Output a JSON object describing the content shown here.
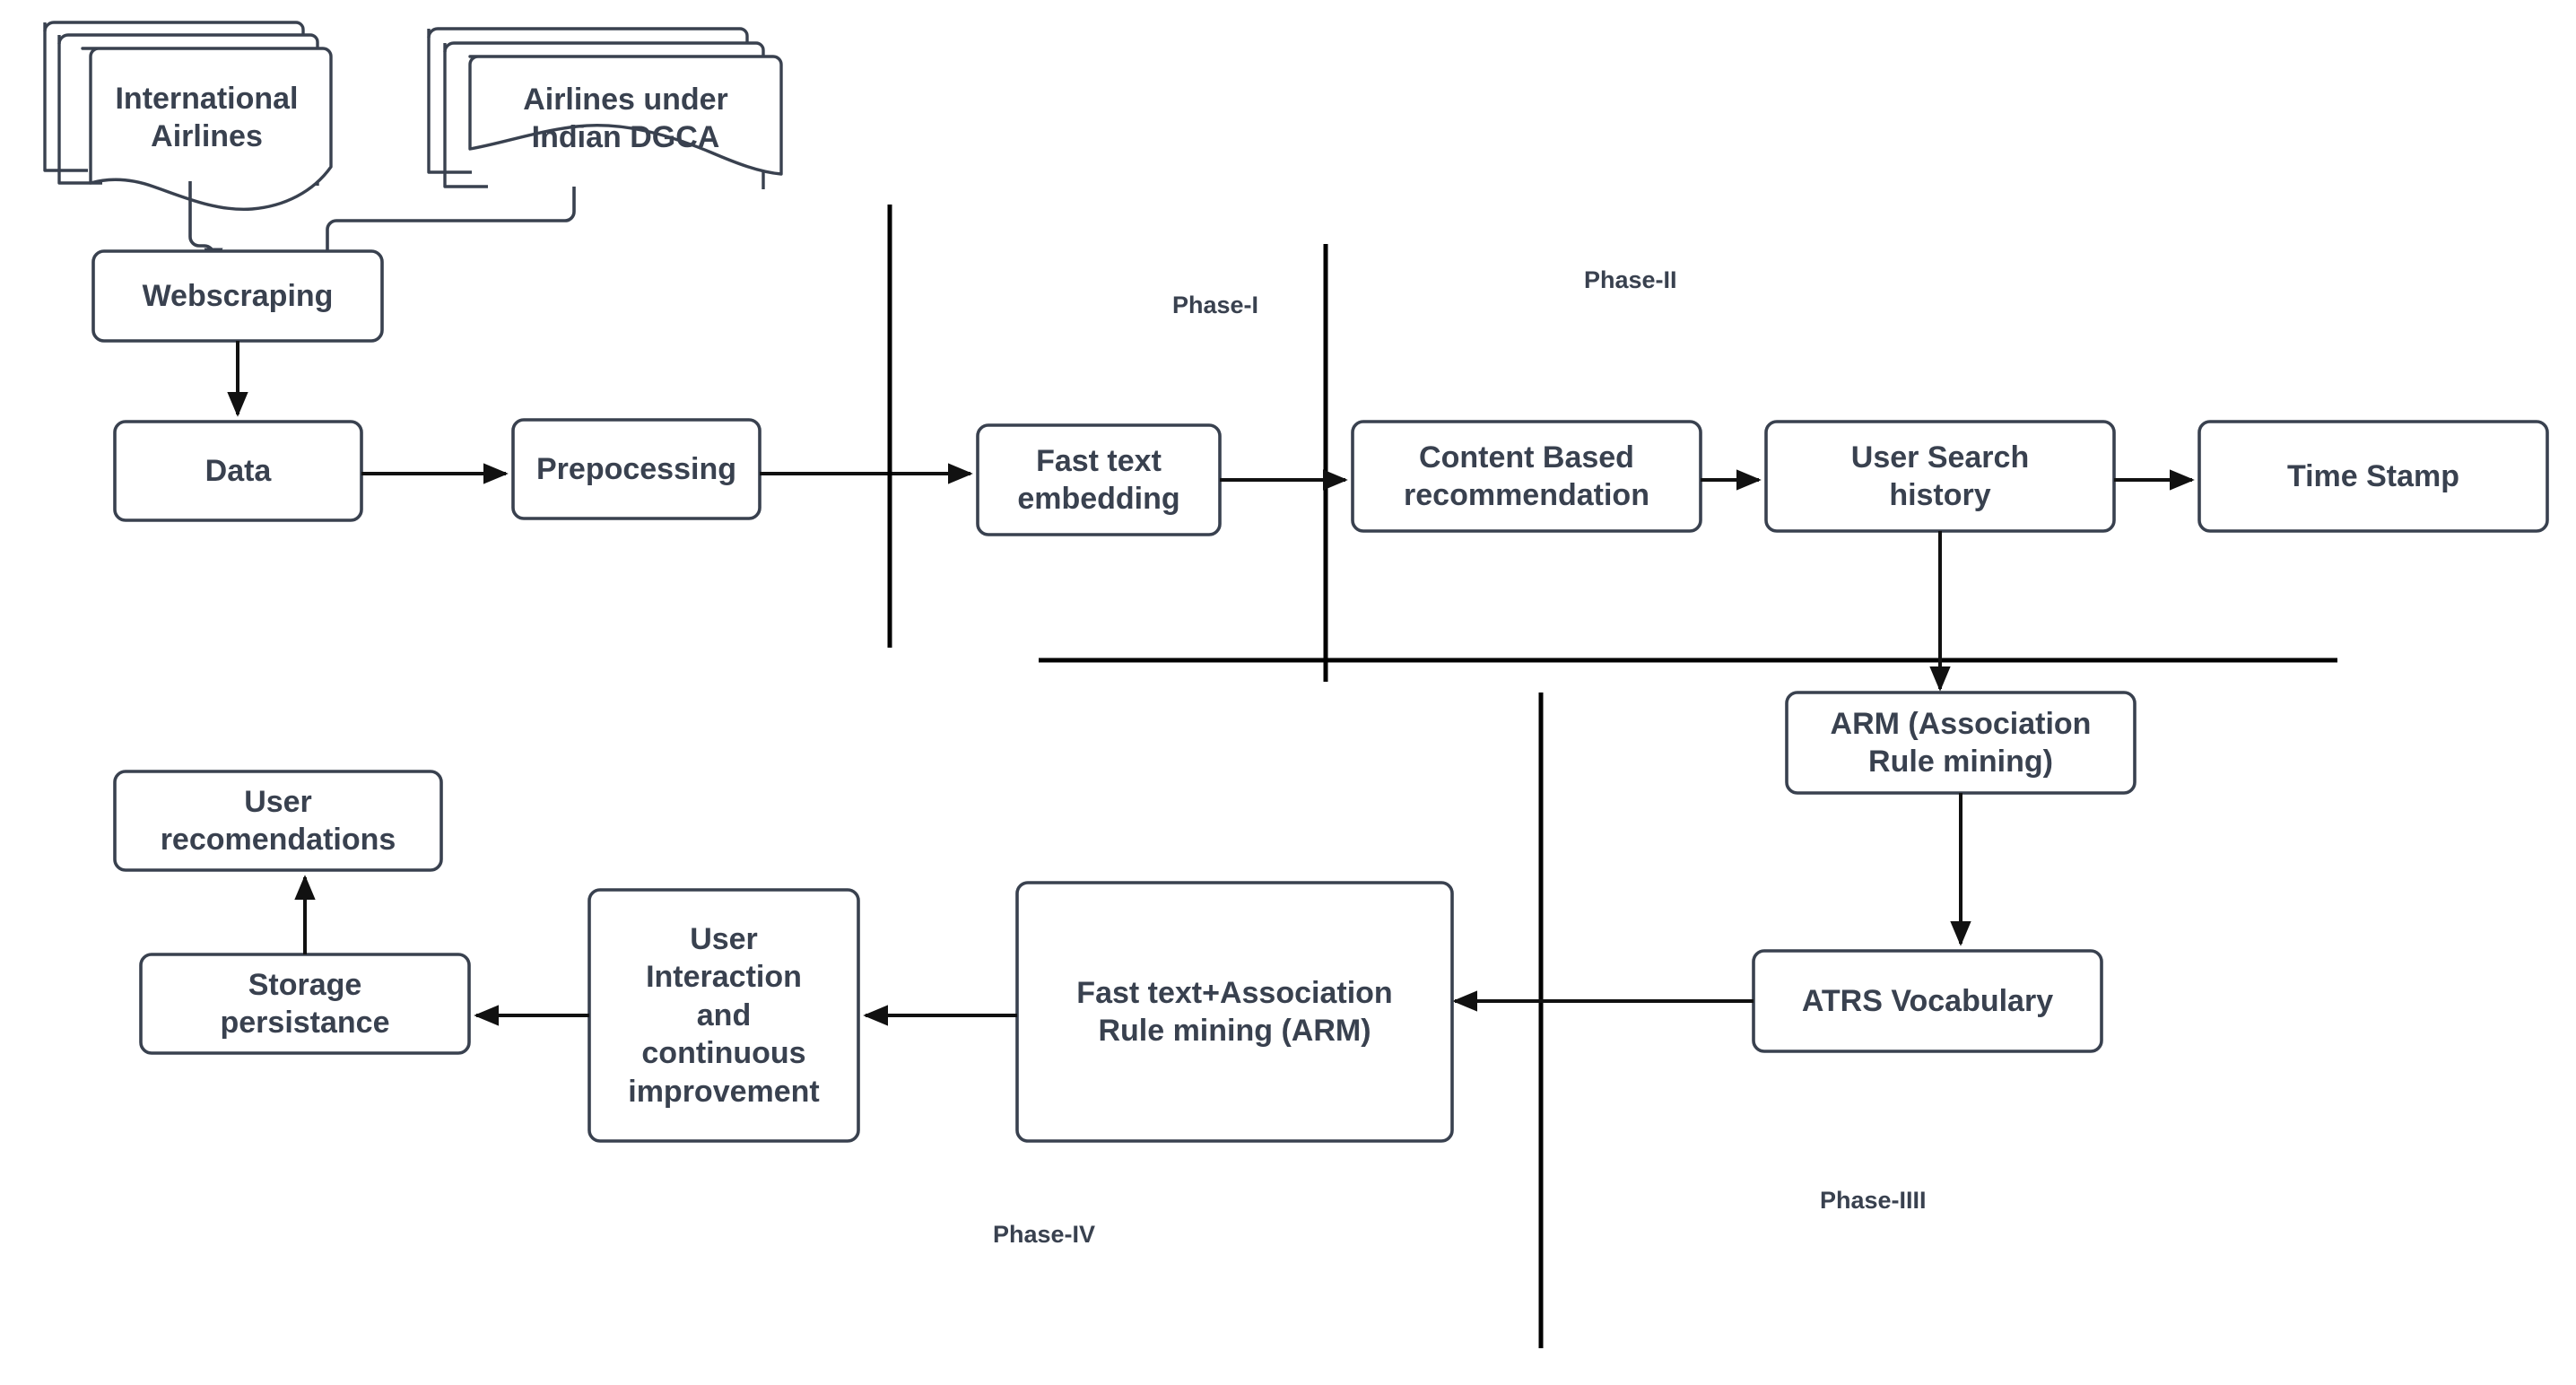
{
  "diagram": {
    "title": "Airline Travel Recommendation System Pipeline",
    "stroke_color": "#39414f",
    "divider_color": "#000000",
    "background": "#ffffff",
    "text_color": "#39414f"
  },
  "sources": [
    {
      "id": "international-airlines",
      "label": "International\nAirlines",
      "shape": "document-stack"
    },
    {
      "id": "airlines-under-indian-dgca",
      "label": "Airlines under\nIndian DGCA",
      "shape": "document-stack"
    }
  ],
  "nodes": [
    {
      "id": "webscraping",
      "label": "Webscraping",
      "shape": "rounded-rect"
    },
    {
      "id": "data",
      "label": "Data",
      "shape": "rounded-rect"
    },
    {
      "id": "prepocessing",
      "label": "Prepocessing",
      "shape": "rounded-rect"
    },
    {
      "id": "fast-text-embedding",
      "label": "Fast text\nembedding",
      "shape": "rounded-rect"
    },
    {
      "id": "content-based-recommendation",
      "label": "Content Based\nrecommendation",
      "shape": "rounded-rect"
    },
    {
      "id": "user-search-history",
      "label": "User Search\nhistory",
      "shape": "rounded-rect"
    },
    {
      "id": "time-stamp",
      "label": "Time Stamp",
      "shape": "rounded-rect"
    },
    {
      "id": "arm-association-rule-mining",
      "label": "ARM (Association\nRule mining)",
      "shape": "rounded-rect"
    },
    {
      "id": "atrs-vocabulary",
      "label": "ATRS Vocabulary",
      "shape": "rounded-rect"
    },
    {
      "id": "fast-text-association-rule-mining",
      "label": "Fast text+Association\nRule mining (ARM)",
      "shape": "rounded-rect"
    },
    {
      "id": "user-interaction-continuous-improvement",
      "label": "User\nInteraction\nand\ncontinuous\nimprovement",
      "shape": "rounded-rect"
    },
    {
      "id": "storage-persistance",
      "label": "Storage\npersistance",
      "shape": "rounded-rect"
    },
    {
      "id": "user-recomendations",
      "label": "User\nrecomendations",
      "shape": "rounded-rect"
    }
  ],
  "phases": [
    {
      "id": "phase-1",
      "label": "Phase-I"
    },
    {
      "id": "phase-2",
      "label": "Phase-II"
    },
    {
      "id": "phase-4",
      "label": "Phase-IV"
    },
    {
      "id": "phase-3",
      "label": "Phase-IIII"
    }
  ],
  "edges": [
    {
      "from": "international-airlines",
      "to": "webscraping"
    },
    {
      "from": "airlines-under-indian-dgca",
      "to": "webscraping"
    },
    {
      "from": "webscraping",
      "to": "data"
    },
    {
      "from": "data",
      "to": "prepocessing"
    },
    {
      "from": "prepocessing",
      "to": "fast-text-embedding"
    },
    {
      "from": "fast-text-embedding",
      "to": "content-based-recommendation"
    },
    {
      "from": "content-based-recommendation",
      "to": "user-search-history"
    },
    {
      "from": "user-search-history",
      "to": "time-stamp"
    },
    {
      "from": "user-search-history",
      "to": "arm-association-rule-mining"
    },
    {
      "from": "arm-association-rule-mining",
      "to": "atrs-vocabulary"
    },
    {
      "from": "atrs-vocabulary",
      "to": "fast-text-association-rule-mining"
    },
    {
      "from": "fast-text-association-rule-mining",
      "to": "user-interaction-continuous-improvement"
    },
    {
      "from": "user-interaction-continuous-improvement",
      "to": "storage-persistance"
    },
    {
      "from": "storage-persistance",
      "to": "user-recomendations"
    }
  ]
}
